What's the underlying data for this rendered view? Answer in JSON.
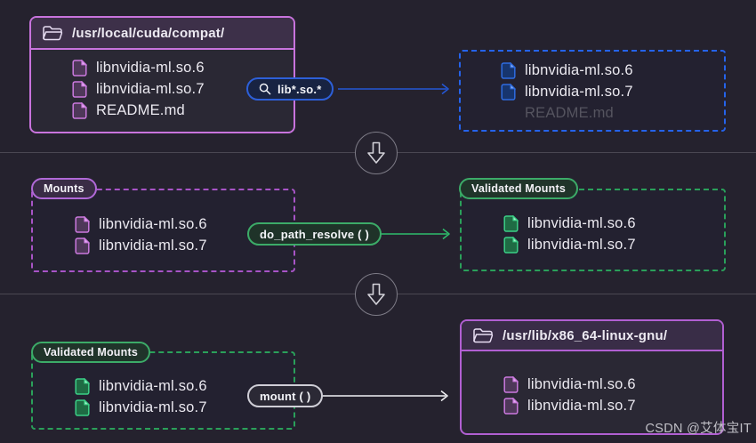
{
  "row1": {
    "source_box": {
      "path": "/usr/local/cuda/compat/",
      "files": [
        "libnvidia-ml.so.6",
        "libnvidia-ml.so.7",
        "README.md"
      ]
    },
    "filter_pill": {
      "label": "lib*.so.*"
    },
    "filtered_box": {
      "files": [
        "libnvidia-ml.so.6",
        "libnvidia-ml.so.7"
      ],
      "excluded": "README.md"
    }
  },
  "row2": {
    "mounts_box": {
      "label": "Mounts",
      "files": [
        "libnvidia-ml.so.6",
        "libnvidia-ml.so.7"
      ]
    },
    "resolve_pill": {
      "label": "do_path_resolve ( )"
    },
    "validated_box": {
      "label": "Validated Mounts",
      "files": [
        "libnvidia-ml.so.6",
        "libnvidia-ml.so.7"
      ]
    }
  },
  "row3": {
    "validated_box": {
      "label": "Validated Mounts",
      "files": [
        "libnvidia-ml.so.6",
        "libnvidia-ml.so.7"
      ]
    },
    "mount_pill": {
      "label": "mount ( )"
    },
    "target_box": {
      "path": "/usr/lib/x86_64-linux-gnu/",
      "files": [
        "libnvidia-ml.so.6",
        "libnvidia-ml.so.7"
      ]
    }
  },
  "watermark": "CSDN @艾体宝IT",
  "icons": [
    "folder-icon",
    "file-icon",
    "search-icon",
    "down-arrow-icon"
  ],
  "colors": {
    "background": "#25222e",
    "purple_border": "#c873dd",
    "purple_dashed": "#a854c6",
    "blue": "#2563eb",
    "green": "#2aa05a",
    "white_arrow": "#f2f2f5",
    "dim_text": "#55545f",
    "text": "#ebe9f0"
  }
}
